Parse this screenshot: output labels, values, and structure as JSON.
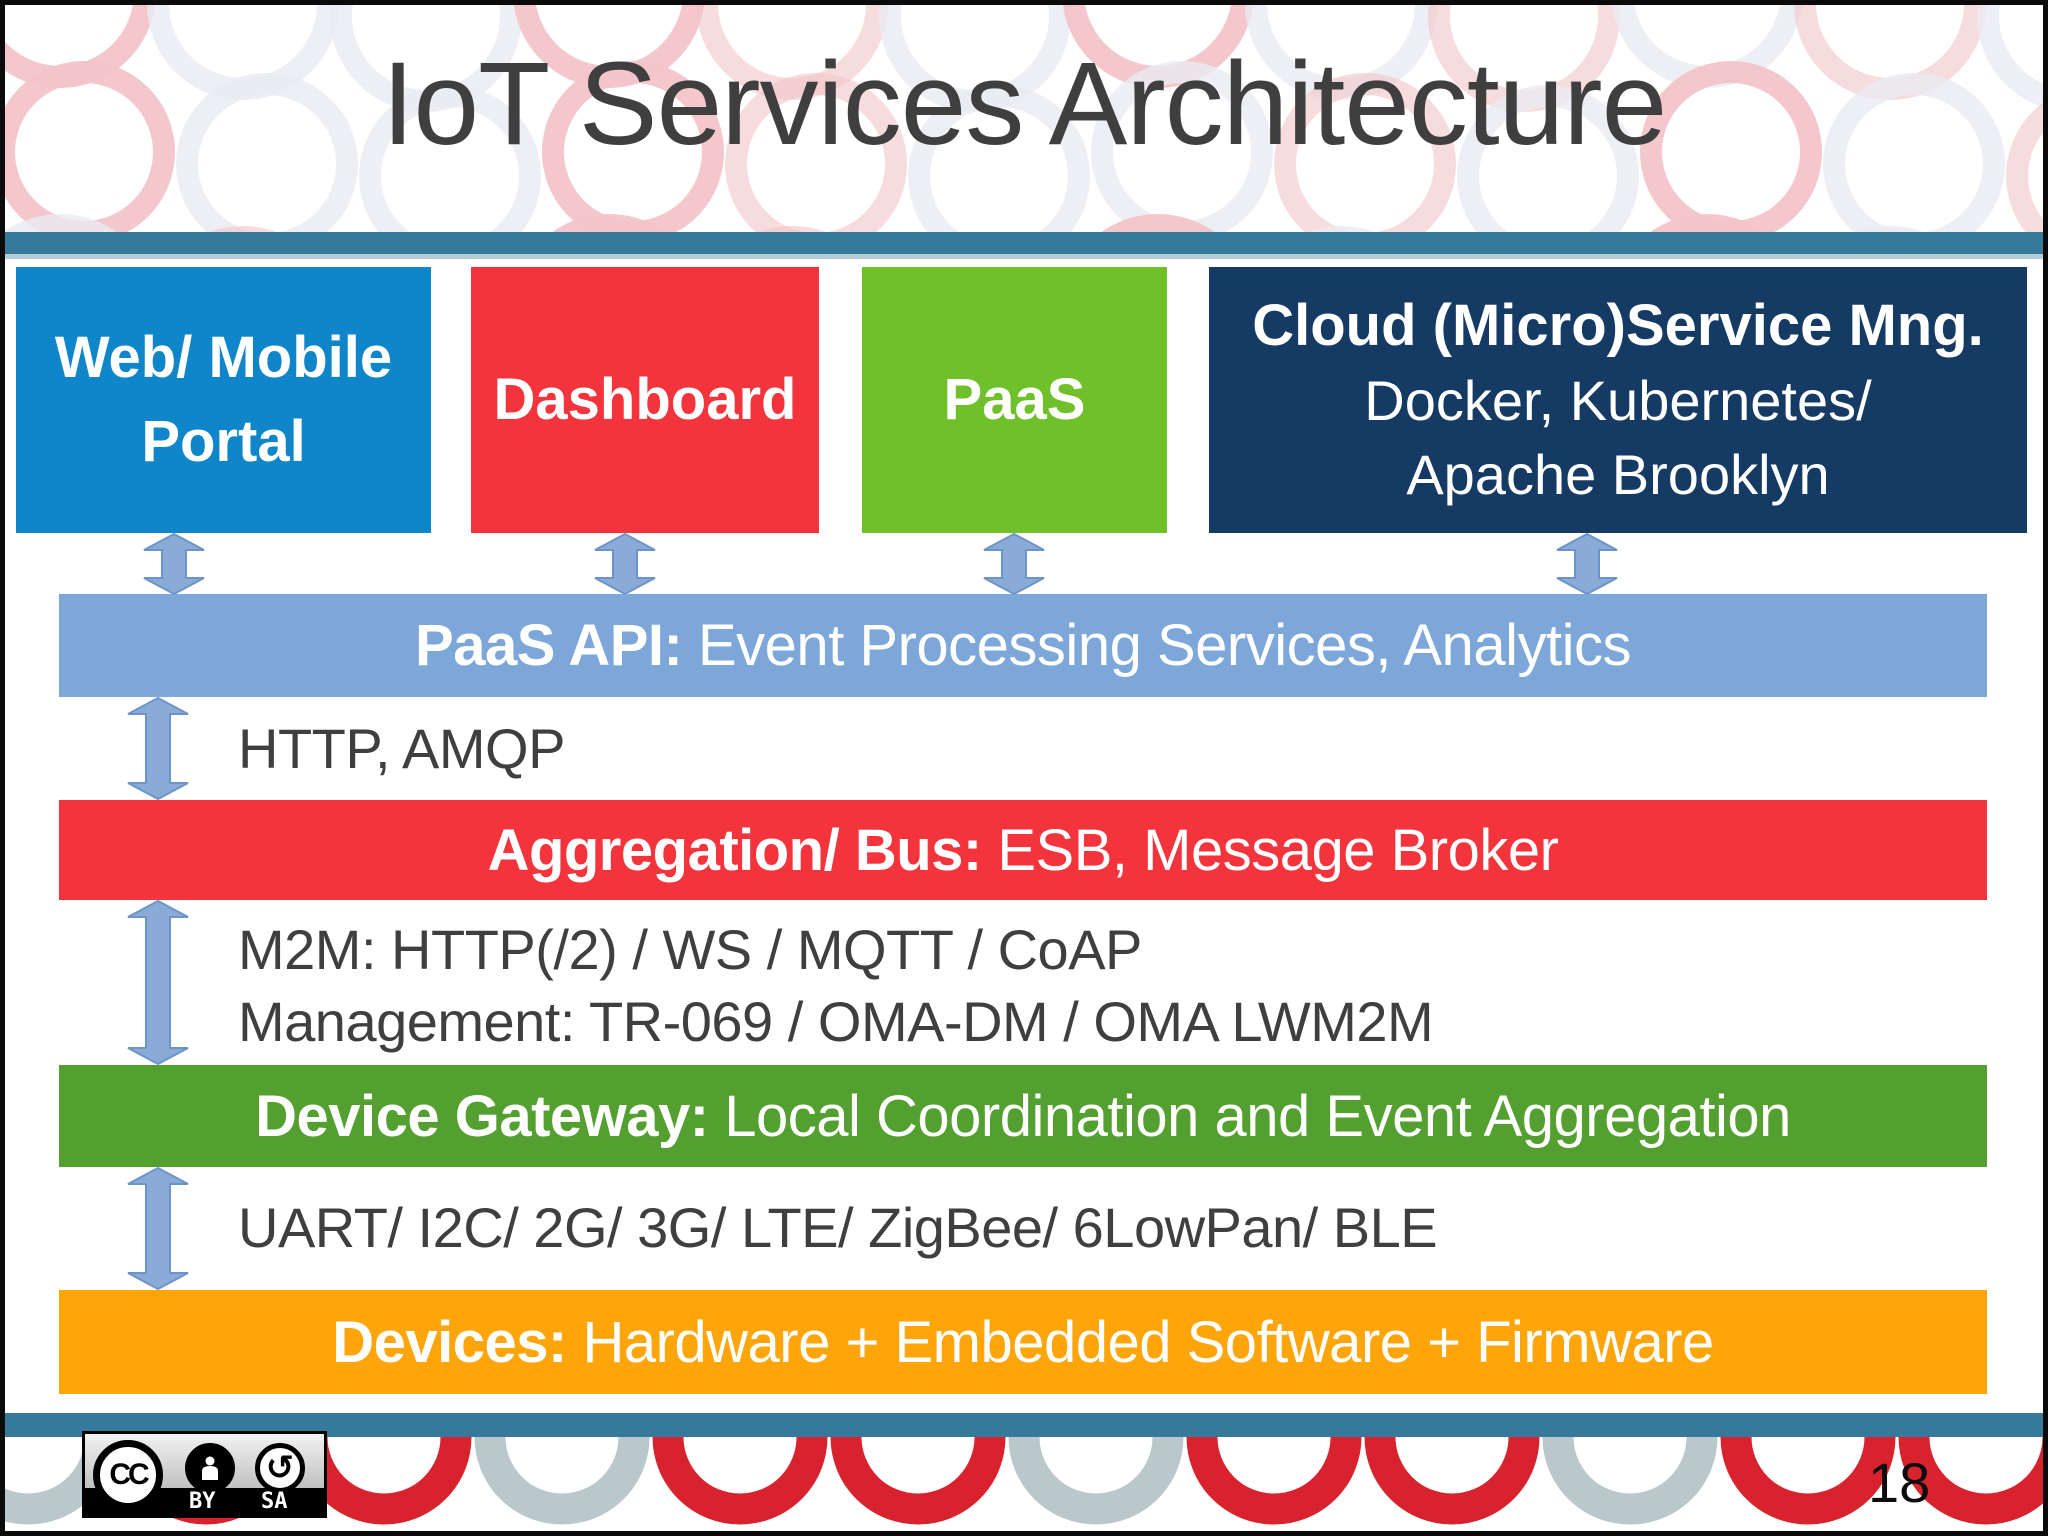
{
  "title": "IoT Services Architecture",
  "page_number": "18",
  "top_boxes": [
    {
      "lines": [
        "Web/ Mobile",
        "Portal"
      ],
      "color": "#0f86ca"
    },
    {
      "lines": [
        "Dashboard"
      ],
      "color": "#f4343c"
    },
    {
      "lines": [
        "PaaS"
      ],
      "color": "#6fc02a"
    },
    {
      "heading": "Cloud (Micro)Service Mng.",
      "lines": [
        "Docker, Kubernetes/",
        "Apache Brooklyn"
      ],
      "color": "#153a63"
    }
  ],
  "layer_bars": [
    {
      "label_bold": "PaaS API:",
      "label_rest": " Event Processing Services, Analytics",
      "color": "#7da7d9"
    },
    {
      "label_bold": "Aggregation/ Bus:",
      "label_rest": " ESB, Message Broker",
      "color": "#f4343c"
    },
    {
      "label_bold": "Device Gateway:",
      "label_rest": " Local Coordination and Event Aggregation",
      "color": "#539f2f"
    },
    {
      "label_bold": "Devices:",
      "label_rest": " Hardware + Embedded Software + Firmware",
      "color": "#fda50a"
    }
  ],
  "protocol_labels": [
    "HTTP, AMQP",
    "M2M: HTTP(/2) / WS / MQTT / CoAP",
    "Management: TR-069 / OMA-DM / OMA LWM2M",
    "UART/ I2C/ 2G/ 3G/ LTE/ ZigBee/ 6LowPan/ BLE"
  ],
  "license_badge": {
    "logo": "CC",
    "attribution": "BY",
    "share_alike": "SA",
    "sa_symbol": "↺"
  },
  "colors": {
    "title_text": "#3f3f3f",
    "divider_teal": "#36799b",
    "arrow_fill": "#8aabd8",
    "arrow_stroke": "#6d94c6",
    "bottom_ring_red": "#d8232f",
    "bottom_ring_gray": "#bac7cb",
    "bg_ring_pink": "#f2c4c8",
    "bg_ring_gray": "#e9ebf1"
  }
}
